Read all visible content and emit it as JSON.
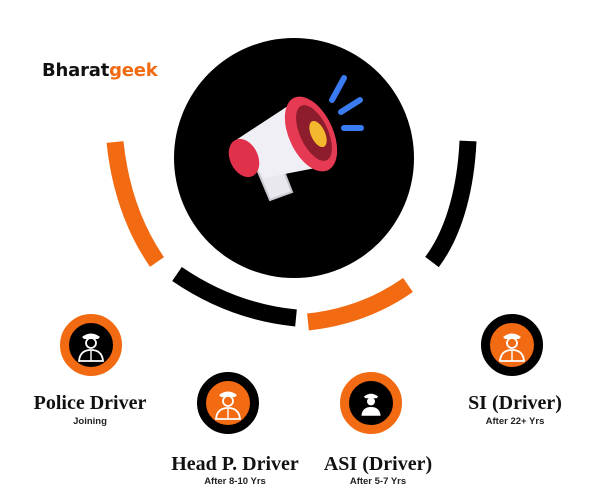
{
  "brand": {
    "part1": "Bharat",
    "part2": "geek"
  },
  "colors": {
    "accent": "#f26a12",
    "dark": "#000000"
  },
  "hub": {
    "icon": "megaphone-icon"
  },
  "stages": [
    {
      "title": "Police Driver",
      "subtitle": "Joining",
      "icon": "police-officer-icon"
    },
    {
      "title": "Head P. Driver",
      "subtitle": "After 8-10 Yrs",
      "icon": "police-officer-icon"
    },
    {
      "title": "ASI (Driver)",
      "subtitle": "After 5-7 Yrs",
      "icon": "police-officer-icon"
    },
    {
      "title": "SI (Driver)",
      "subtitle": "After 22+ Yrs",
      "icon": "police-officer-icon"
    }
  ]
}
